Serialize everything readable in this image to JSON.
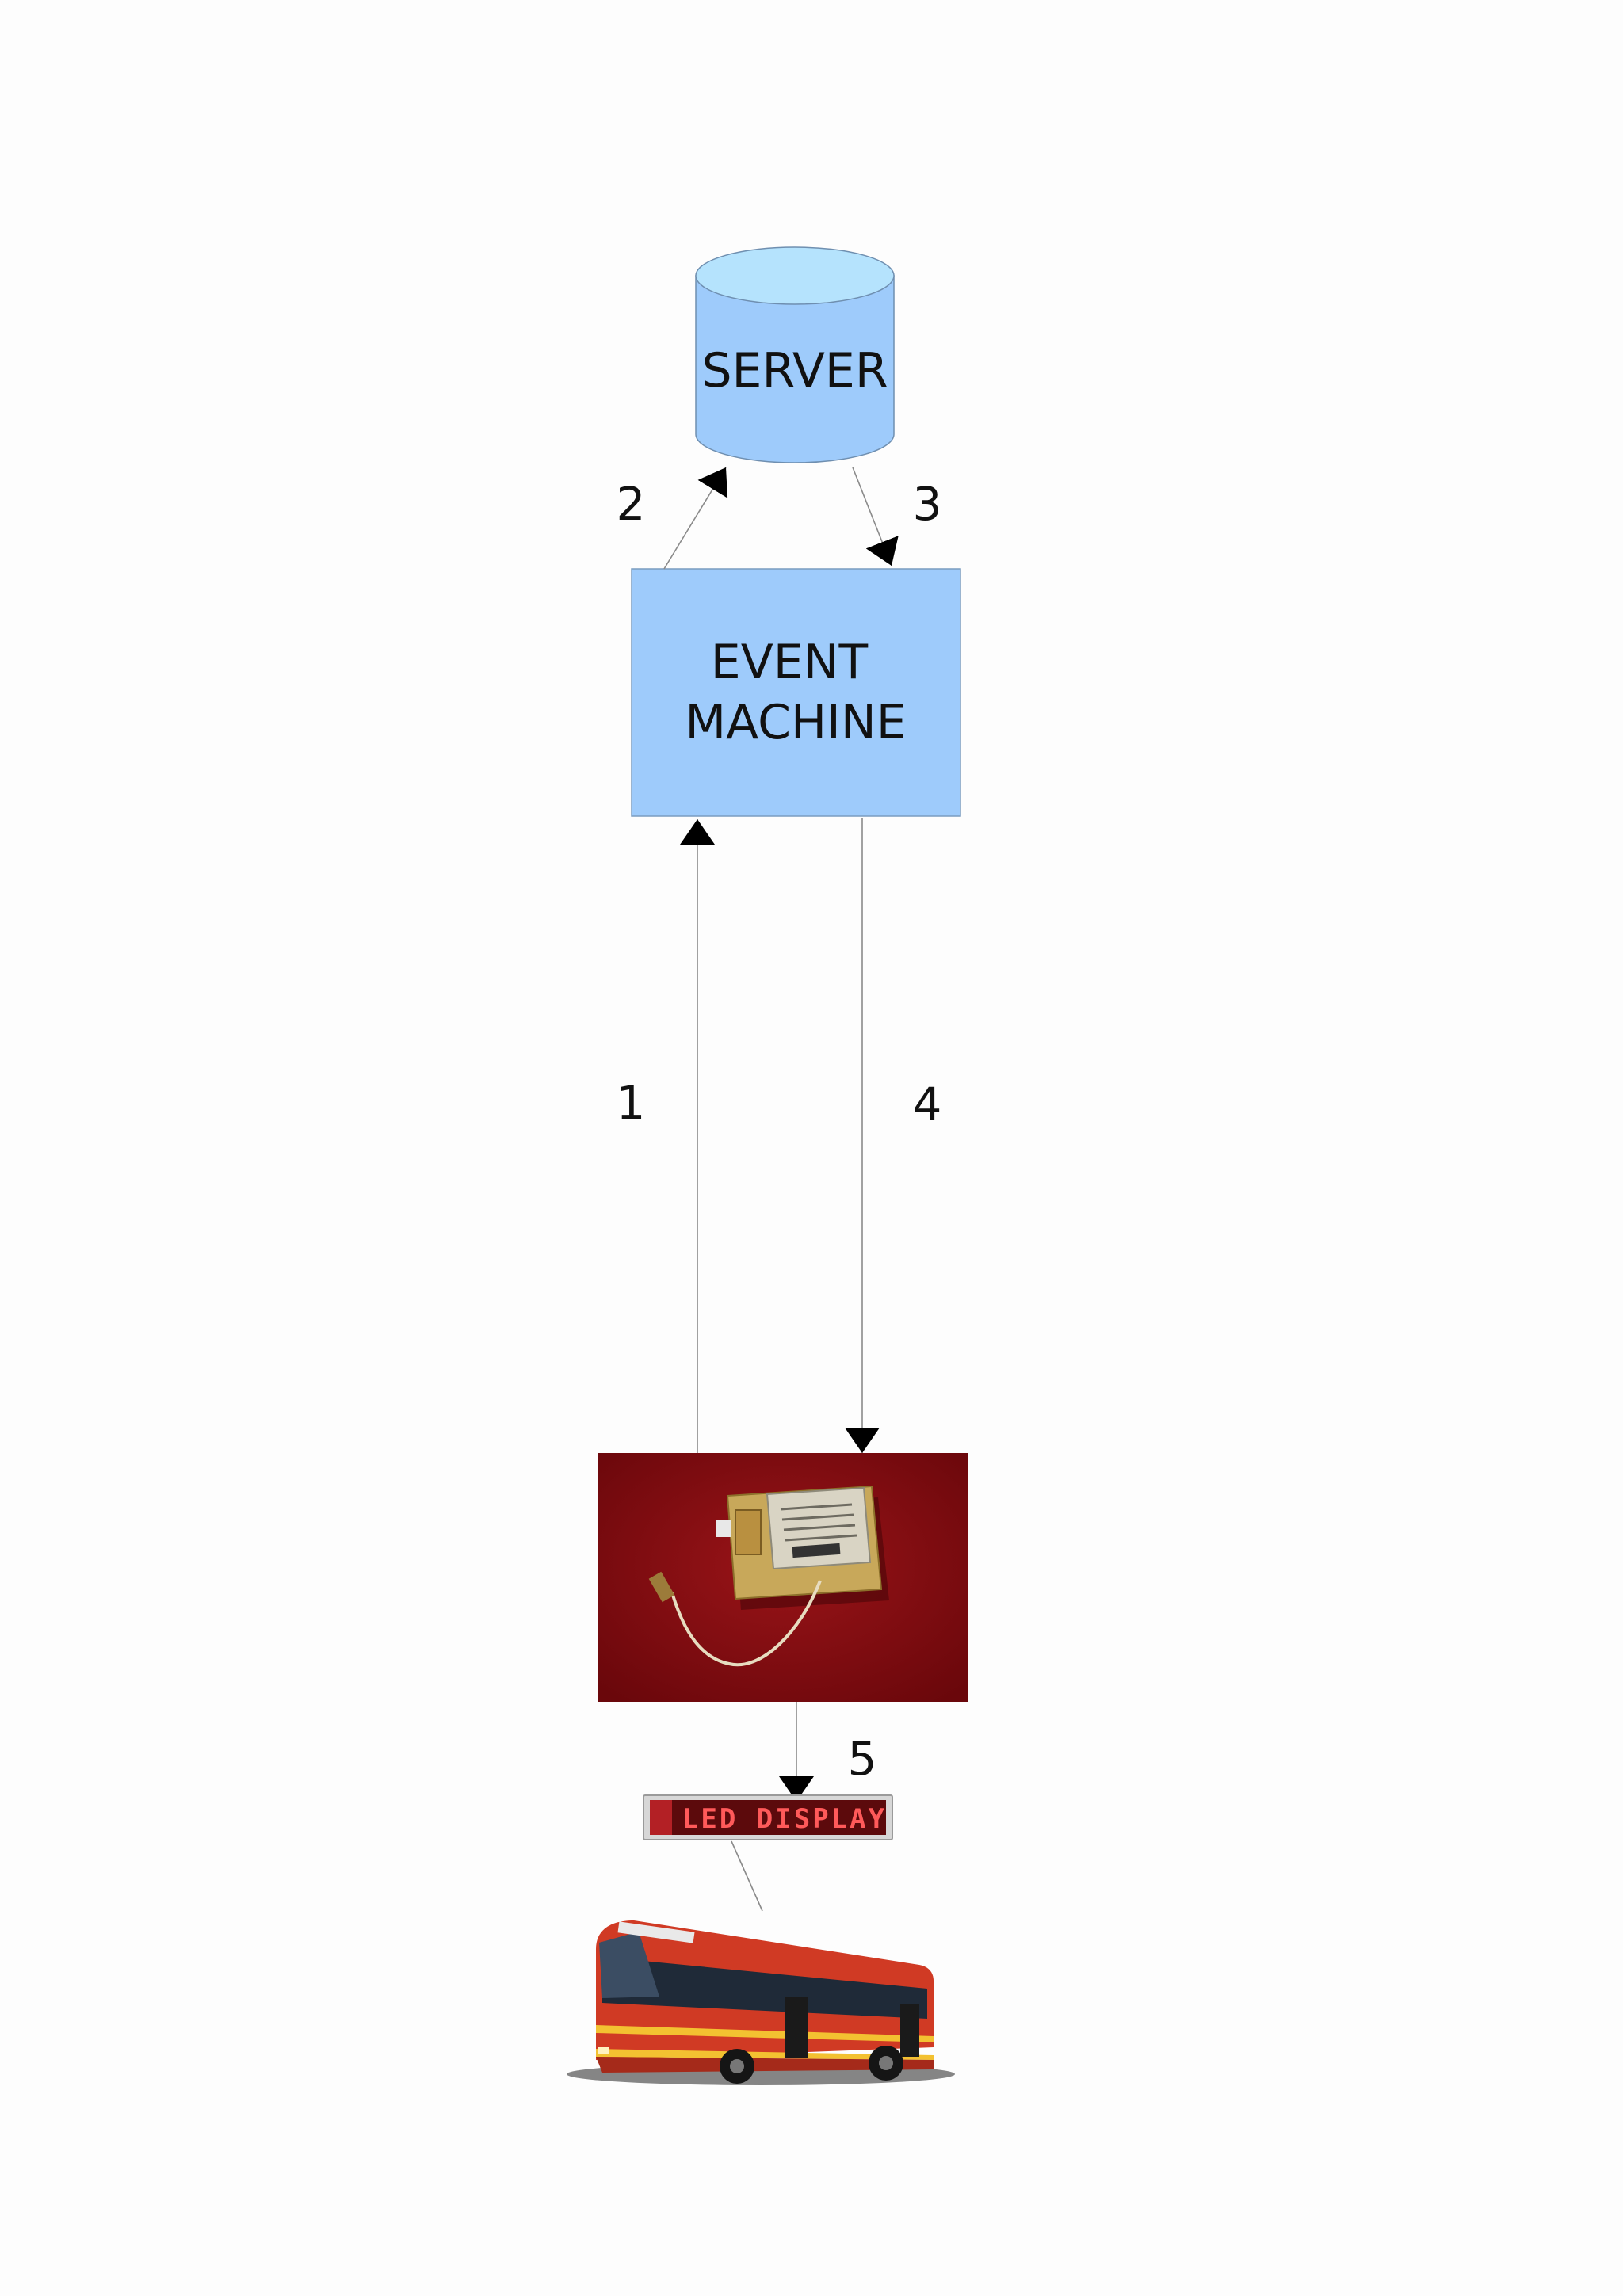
{
  "nodes": {
    "server": {
      "label": "SERVER"
    },
    "event_machine": {
      "label_lines": [
        "EVENT",
        "MACHINE"
      ]
    },
    "gps_module": {
      "icon": "gps-module-photo"
    },
    "led_display": {
      "text": "LED DISPLAY"
    },
    "bus": {
      "icon": "bus-photo"
    }
  },
  "steps": [
    "1",
    "2",
    "3",
    "4",
    "5"
  ],
  "colors": {
    "node_fill": "#9ecbfb",
    "node_top": "#b5e3fd",
    "module_background": "#8e0e12",
    "bus_body": "#d03a24"
  }
}
